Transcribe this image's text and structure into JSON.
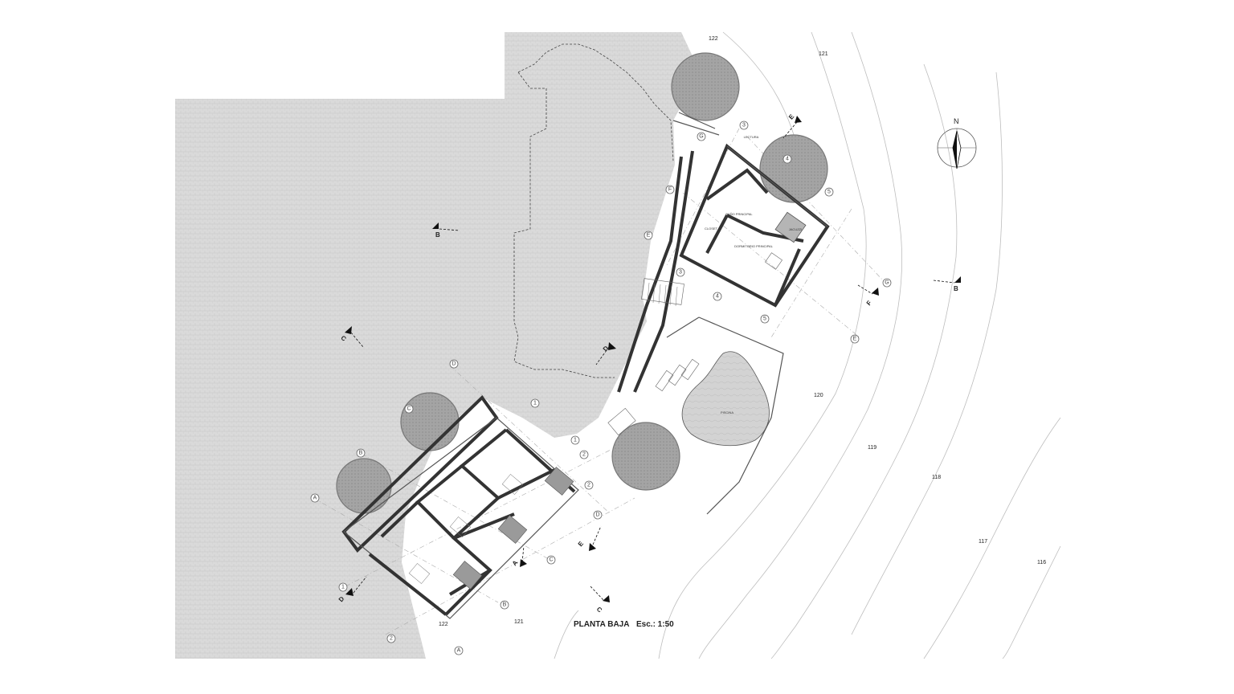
{
  "drawing": {
    "title": "PLANTA BAJA",
    "scale": "Esc.: 1:50",
    "north_label": "N"
  },
  "contours": [
    {
      "label": "122",
      "id": "c122_top"
    },
    {
      "label": "121",
      "id": "c121_top"
    },
    {
      "label": "120",
      "id": "c120"
    },
    {
      "label": "119",
      "id": "c119"
    },
    {
      "label": "118",
      "id": "c118"
    },
    {
      "label": "117",
      "id": "c117"
    },
    {
      "label": "116",
      "id": "c116"
    },
    {
      "label": "122",
      "id": "c122_bottom"
    },
    {
      "label": "121",
      "id": "c121_bottom"
    }
  ],
  "sections": {
    "b_left": "B",
    "b_right": "B",
    "c_upper": "C",
    "c_lower": "C",
    "d_upper": "D",
    "d_lower": "D",
    "e_top": "E",
    "e_bottom": "E",
    "f": "F",
    "a": "A"
  },
  "grid_bubbles": {
    "main_house": [
      "G",
      "F",
      "E",
      "G",
      "E",
      "3",
      "4",
      "5",
      "5",
      "4",
      "3"
    ],
    "cabins": [
      "D",
      "C",
      "B",
      "A",
      "1",
      "2",
      "1",
      "2",
      "D",
      "C",
      "B",
      "A",
      "1",
      "2"
    ]
  },
  "rooms": {
    "jacuzzi": "JACUZZI",
    "piscina": "PISCINA",
    "bano_principal": "BAÑO PRINCIPAL",
    "closet": "CLOSET",
    "dormitorio_principal": "DORMITORIO PRINCIPAL",
    "lectura": "LECTURA"
  },
  "colors": {
    "paving": "#d9d9d9",
    "walls": "#333333",
    "trees": "#9a9a9a",
    "jacuzzi": "#b5b5b5",
    "pool": "#cfcfcf"
  }
}
